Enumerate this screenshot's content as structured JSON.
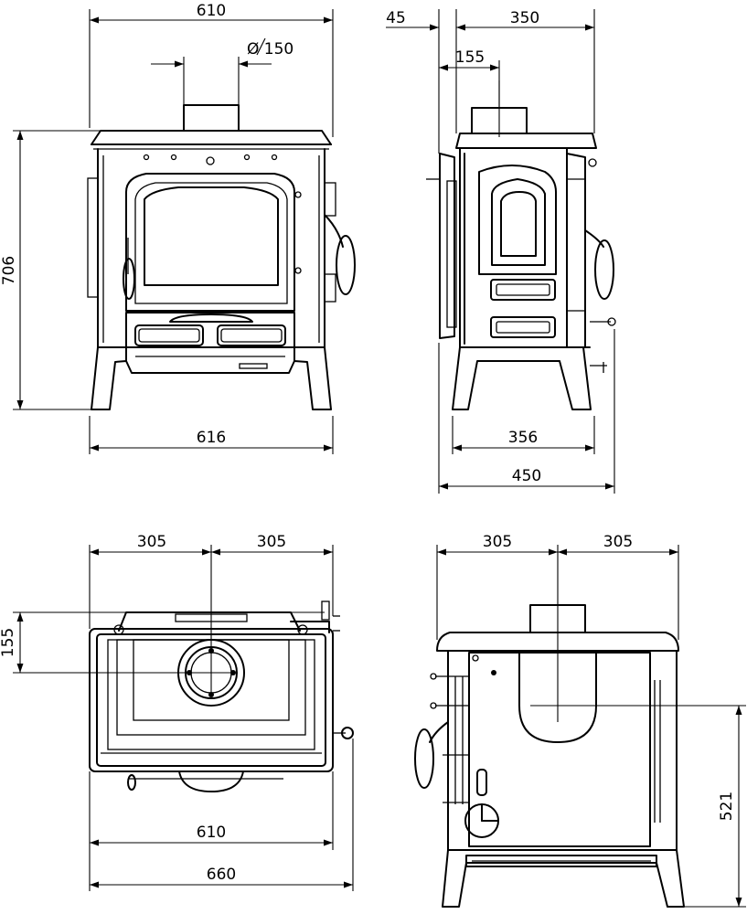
{
  "dimensions": {
    "front_top_width": "610",
    "flue_diameter": "Ø 150",
    "front_height": "706",
    "front_base_width": "616",
    "side_offset": "45",
    "side_top_depth": "350",
    "side_flue_offset": "155",
    "side_base_depth": "356",
    "side_total_depth": "450",
    "top_left_half": "305",
    "top_right_half": "305",
    "top_flue_depth": "155",
    "top_width": "610",
    "top_total_width": "660",
    "rear_left_half": "305",
    "rear_right_half": "305",
    "rear_flue_height": "521"
  },
  "colors": {
    "line": "#000000",
    "background": "#ffffff"
  }
}
